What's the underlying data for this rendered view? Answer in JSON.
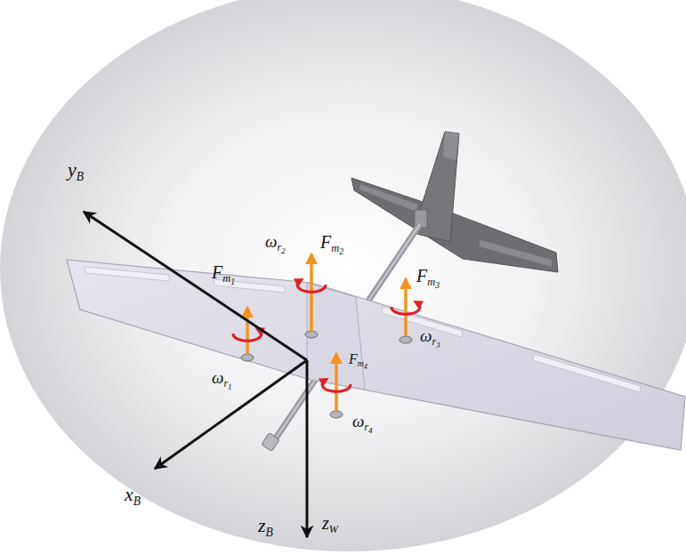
{
  "diagram": {
    "labels": [
      "yB",
      "ωr2",
      "Fm2",
      "Fm3",
      "ωr3",
      "Fm1",
      "ωr1",
      "Fm4",
      "ωr4",
      "xB",
      "zB",
      "zW"
    ]
  }
}
